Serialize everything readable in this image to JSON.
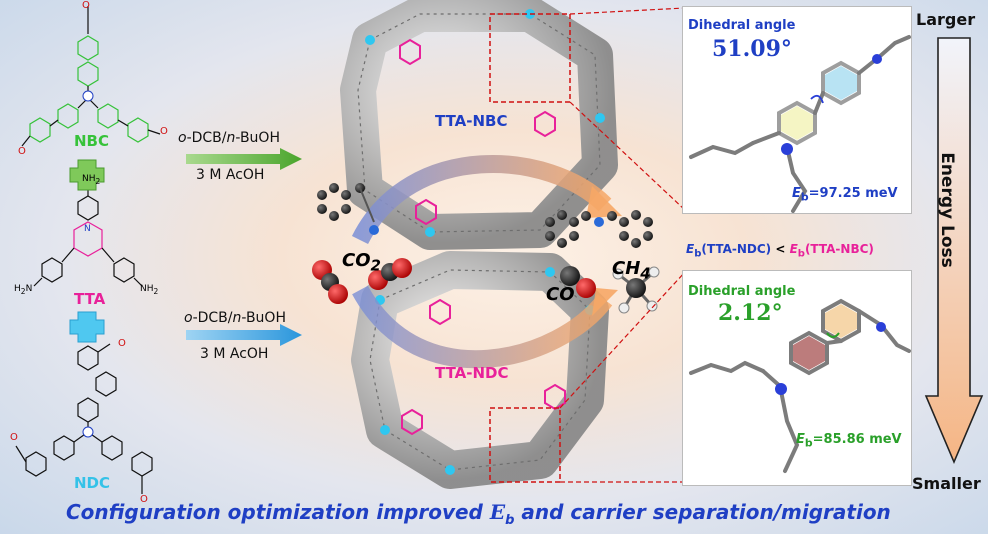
{
  "monomers": {
    "nbc": {
      "label": "NBC",
      "color": "#36c23a",
      "formyl": "O"
    },
    "tta": {
      "label": "TTA",
      "color": "#e8219a",
      "amine": "NH",
      "amine_sub": "2",
      "amine_left": "H",
      "amine_left_sub": "2",
      "amine_left_n": "N",
      "ring_n": "N"
    },
    "ndc": {
      "label": "NDC",
      "color": "#34c2e8",
      "formyl": "O"
    }
  },
  "reactions": {
    "top": {
      "solvent_prefix": "o",
      "solvent": "-DCB/",
      "solvent_italic": "n",
      "solvent_suffix": "-BuOH",
      "catalyst": "3 M AcOH"
    },
    "bottom": {
      "solvent_prefix": "o",
      "solvent": "-DCB/",
      "solvent_italic": "n",
      "solvent_suffix": "-BuOH",
      "catalyst": "3 M AcOH"
    }
  },
  "frameworks": {
    "nbc": {
      "label": "TTA-NBC",
      "color": "#1f3fc4"
    },
    "ndc": {
      "label": "TTA-NDC",
      "color": "#e8219a"
    }
  },
  "reactants": {
    "co2_main": "CO",
    "co2_sub": "2",
    "co": "CO",
    "ch4_main": "CH",
    "ch4_sub": "4"
  },
  "panels": {
    "top": {
      "title": "Dihedral angle",
      "angle": "51.09°",
      "angle_color": "#1f3fc4",
      "eb_main": "E",
      "eb_sub": "b",
      "eb_value": "=97.25 meV",
      "eb_color": "#1f3fc4"
    },
    "bottom": {
      "title": "Dihedral angle",
      "angle": "2.12°",
      "angle_color": "#2aa02a",
      "eb_main": "E",
      "eb_sub": "b",
      "eb_value": "=85.86 meV",
      "eb_color": "#2aa02a"
    }
  },
  "comparison": {
    "left_e": "E",
    "left_sub": "b",
    "left": "(TTA-NDC)",
    "op": " < ",
    "right_e": "E",
    "right_sub": "b",
    "right": "(TTA-NBC)",
    "left_color": "#1f3fc4",
    "right_color": "#e8219a"
  },
  "scale": {
    "top": "Larger",
    "bottom": "Smaller",
    "axis": "Energy Loss",
    "arrow_top": "#f2f4fb",
    "arrow_bottom": "#f5b584"
  },
  "footer": {
    "pre": "Configuration optimization improved ",
    "e": "E",
    "sub": "b",
    "post": " and carrier separation/migration"
  }
}
